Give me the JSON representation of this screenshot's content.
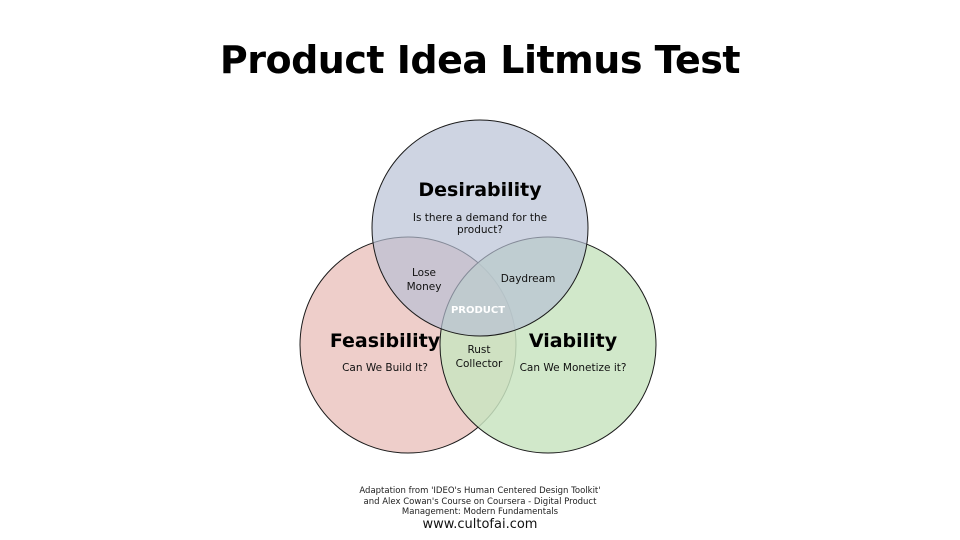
{
  "title": "Product Idea Litmus Test",
  "sets": {
    "desirability": {
      "title": "Desirability",
      "subtitle_line1": "Is there a demand for the",
      "subtitle_line2": "product?",
      "color": "#b7c0d4"
    },
    "feasibility": {
      "title": "Feasibility",
      "subtitle": "Can We Build It?",
      "color": "#ebc5c1"
    },
    "viability": {
      "title": "Viability",
      "subtitle": "Can We Monetize it?",
      "color": "#c9e4c1"
    }
  },
  "overlaps": {
    "desirability_feasibility": {
      "line1": "Lose",
      "line2": "Money"
    },
    "desirability_viability": {
      "label": "Daydream"
    },
    "feasibility_viability": {
      "line1": "Rust",
      "line2": "Collector"
    },
    "center": {
      "label": "PRODUCT"
    }
  },
  "footer": {
    "note_line1": "Adaptation from 'IDEO's Human Centered Design Toolkit'",
    "note_line2": "and Alex Cowan's Course on Coursera - Digital Product",
    "note_line3": "Management: Modern Fundamentals",
    "url": "www.cultofai.com"
  }
}
